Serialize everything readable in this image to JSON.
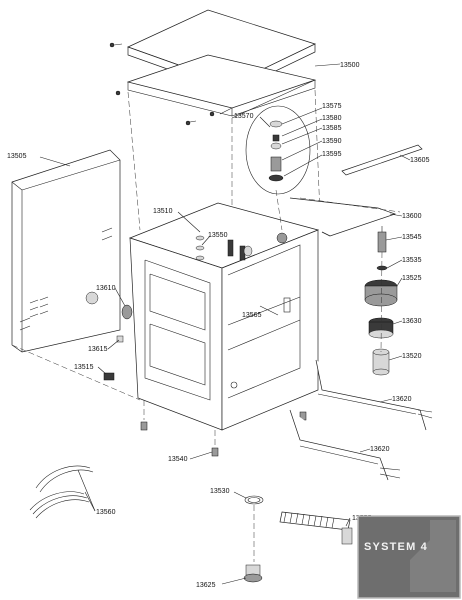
{
  "labels": {
    "p13500": "13500",
    "p13505": "13505",
    "p13510": "13510",
    "p13515": "13515",
    "p13520": "13520",
    "p13525": "13525",
    "p13530": "13530",
    "p13535": "13535",
    "p13540": "13540",
    "p13545": "13545",
    "p13550": "13550",
    "p13555": "13555",
    "p13560": "13560",
    "p13565": "13565",
    "p13570": "13570",
    "p13575": "13575",
    "p13580": "13580",
    "p13585": "13585",
    "p13590": "13590",
    "p13595": "13595",
    "p13600": "13600",
    "p13605": "13605",
    "p13610": "13610",
    "p13615": "13615",
    "p13620a": "13620",
    "p13620b": "13620",
    "p13625": "13625",
    "p13630": "13630"
  },
  "logo": {
    "text": "SYSTEM 4"
  },
  "colors": {
    "line": "#222222",
    "logo_bg": "#6e6e6e",
    "logo_accent": "#b8b8b8"
  }
}
